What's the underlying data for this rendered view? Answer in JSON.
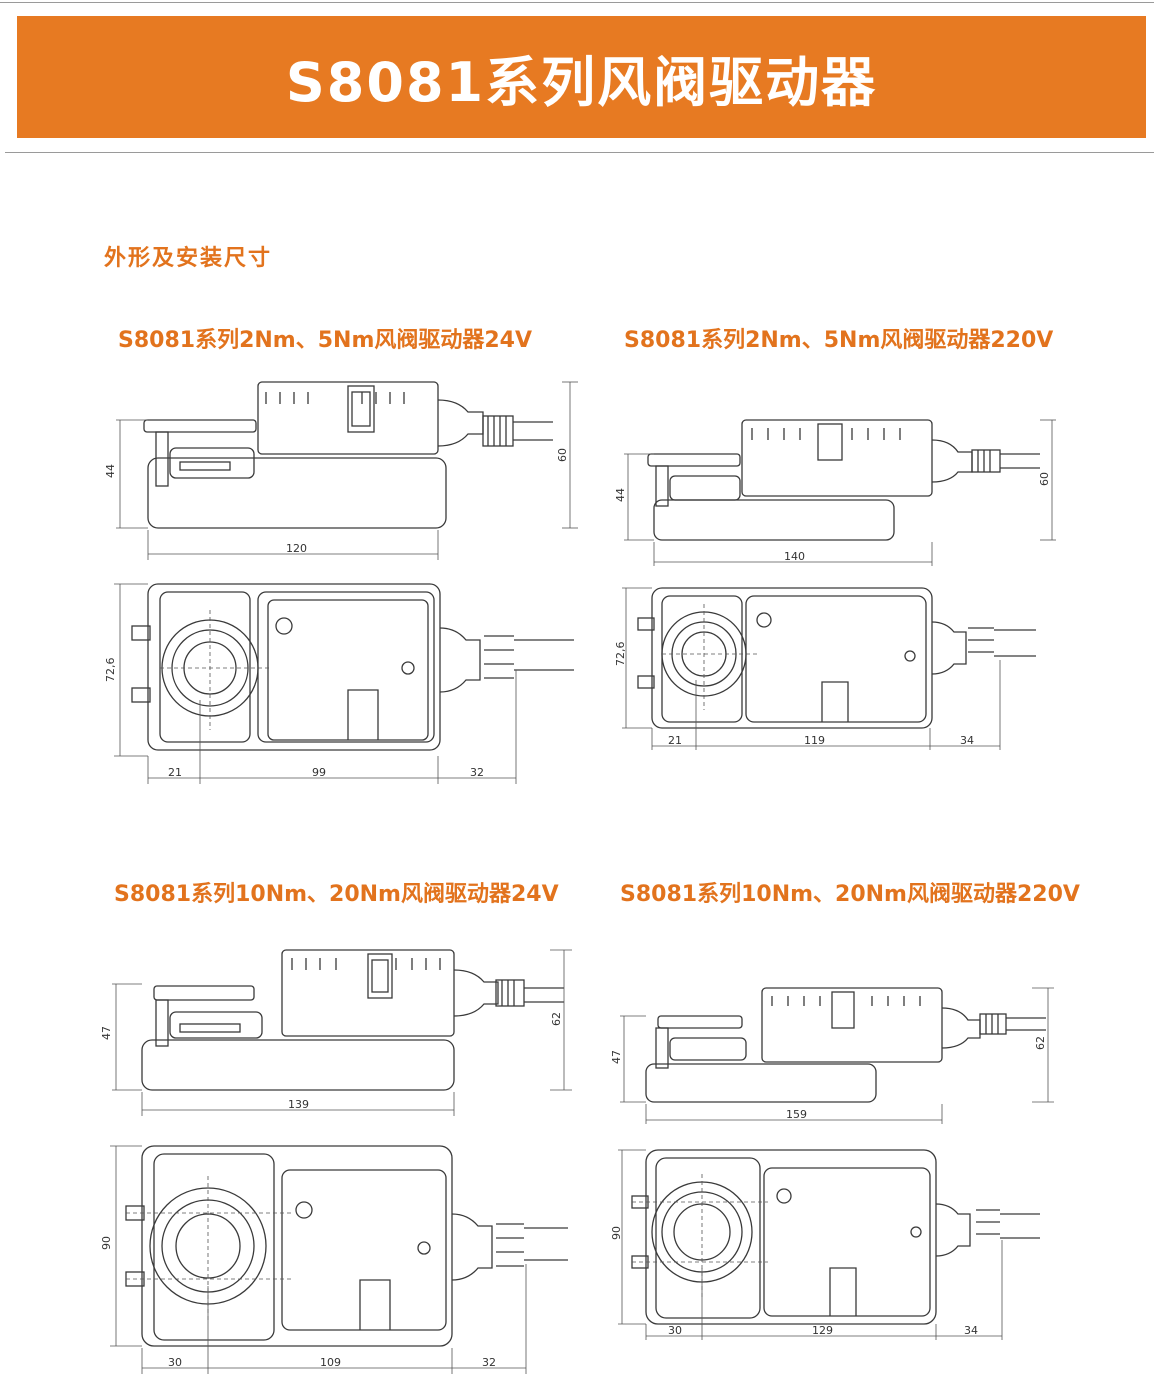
{
  "banner": {
    "title": "S8081系列风阀驱动器"
  },
  "section": {
    "heading": "外形及安装尺寸"
  },
  "panels": [
    {
      "title": "S8081系列2Nm、5Nm风阀驱动器24V",
      "side": {
        "height_left": "44",
        "height_right": "60",
        "width": "120"
      },
      "top": {
        "height": "72,6",
        "d1": "21",
        "d2": "99",
        "d3": "32"
      }
    },
    {
      "title": "S8081系列2Nm、5Nm风阀驱动器220V",
      "side": {
        "height_left": "44",
        "height_right": "60",
        "width": "140"
      },
      "top": {
        "height": "72,6",
        "d1": "21",
        "d2": "119",
        "d3": "34"
      }
    },
    {
      "title": "S8081系列10Nm、20Nm风阀驱动器24V",
      "side": {
        "height_left": "47",
        "height_right": "62",
        "width": "139"
      },
      "top": {
        "height": "90",
        "d1": "30",
        "d2": "109",
        "d3": "32"
      }
    },
    {
      "title": "S8081系列10Nm、20Nm风阀驱动器220V",
      "side": {
        "height_left": "47",
        "height_right": "62",
        "width": "159"
      },
      "top": {
        "height": "90",
        "d1": "30",
        "d2": "129",
        "d3": "34"
      }
    }
  ],
  "colors": {
    "accent": "#e77a22",
    "heading": "#e2731d",
    "line": "#3a3a3a"
  }
}
